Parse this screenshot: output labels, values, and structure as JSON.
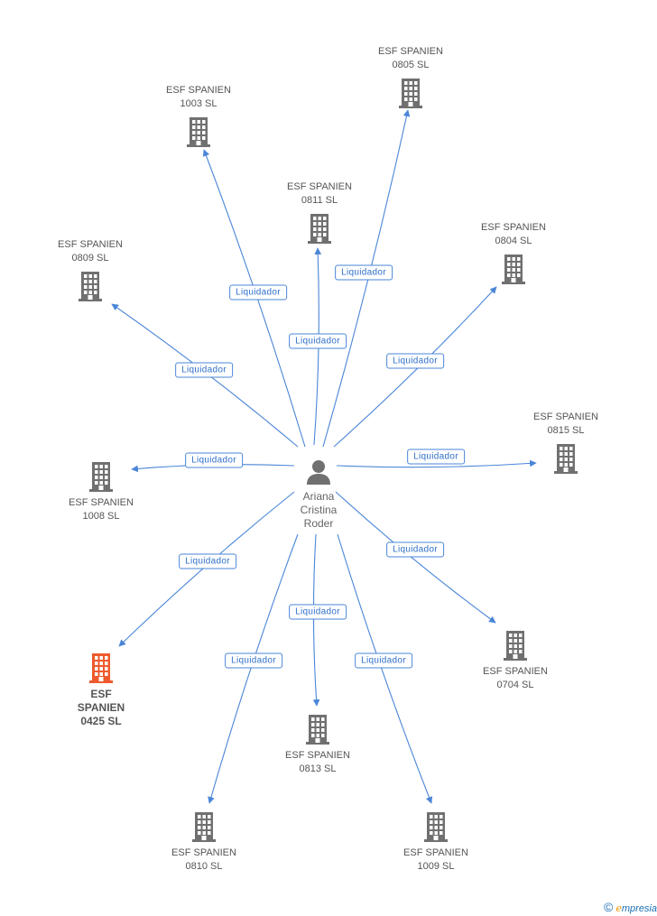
{
  "center": {
    "name_lines": [
      "Ariana",
      "Cristina",
      "Roder"
    ]
  },
  "relation_label": "Liquidador",
  "colors": {
    "edge": "#4a86d8",
    "building": "#707070",
    "building_highlight": "#ee5a2d"
  },
  "companies": [
    {
      "id": "c0805",
      "lines": [
        "ESF SPANIEN",
        "0805 SL"
      ],
      "highlight": false
    },
    {
      "id": "c1003",
      "lines": [
        "ESF SPANIEN",
        "1003 SL"
      ],
      "highlight": false
    },
    {
      "id": "c0811",
      "lines": [
        "ESF SPANIEN",
        "0811 SL"
      ],
      "highlight": false
    },
    {
      "id": "c0804",
      "lines": [
        "ESF SPANIEN",
        "0804 SL"
      ],
      "highlight": false
    },
    {
      "id": "c0809",
      "lines": [
        "ESF SPANIEN",
        "0809 SL"
      ],
      "highlight": false
    },
    {
      "id": "c0815",
      "lines": [
        "ESF SPANIEN",
        "0815 SL"
      ],
      "highlight": false
    },
    {
      "id": "c1008",
      "lines": [
        "ESF SPANIEN",
        "1008 SL"
      ],
      "highlight": false
    },
    {
      "id": "c0704",
      "lines": [
        "ESF SPANIEN",
        "0704 SL"
      ],
      "highlight": false
    },
    {
      "id": "c0425",
      "lines": [
        "ESF",
        "SPANIEN",
        "0425 SL"
      ],
      "highlight": true
    },
    {
      "id": "c0813",
      "lines": [
        "ESF SPANIEN",
        "0813 SL"
      ],
      "highlight": false
    },
    {
      "id": "c0810",
      "lines": [
        "ESF SPANIEN",
        "0810 SL"
      ],
      "highlight": false
    },
    {
      "id": "c1009",
      "lines": [
        "ESF SPANIEN",
        "1009 SL"
      ],
      "highlight": false
    }
  ],
  "footer": {
    "symbol": "©",
    "brand_first": "e",
    "brand_rest": "mpresia"
  }
}
